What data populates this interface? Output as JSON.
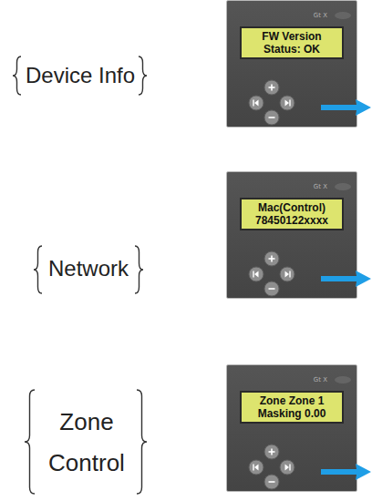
{
  "diagram": {
    "nodes": [
      {
        "text": [
          "Gt X"
        ]
      },
      {
        "text": [
          "FW Version",
          "Status: OK"
        ],
        "in": 0
      },
      {
        "text": [
          "Gt X"
        ]
      },
      {
        "text": [
          "Mac(Control)",
          "78450122xxxx"
        ],
        "in": 2
      },
      {
        "text": [
          "Gt X"
        ]
      },
      {
        "text": [
          "Zone  Zone 1",
          "Masking 0.00"
        ],
        "in": 4
      }
    ],
    "labels": [
      "Device Info",
      "Network",
      "Zone Control"
    ]
  }
}
